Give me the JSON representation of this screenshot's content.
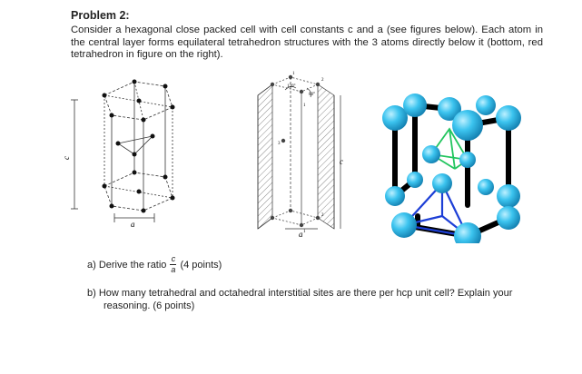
{
  "problem": {
    "title": "Problem 2:",
    "intro": "Consider a hexagonal close packed cell with cell constants c and a (see figures below). Each atom in the central layer forms equilateral tetrahedron structures with the 3 atoms directly below it (bottom, red tetrahedron in figure on the right)."
  },
  "figures": {
    "left": {
      "label_c": "c",
      "label_a": "a"
    },
    "middle": {
      "label_c": "c",
      "label_a": "a",
      "angle_120": "120°",
      "angle_60": "60°",
      "labels": [
        "1",
        "2",
        "3",
        "1",
        "2",
        "1"
      ]
    },
    "right": {
      "description_colors": {
        "sphere": "#29b6e8",
        "bond": "#000000",
        "tetra_green": "#22c55e",
        "tetra_blue": "#1d3fd6"
      }
    }
  },
  "questions": {
    "a": {
      "prefix": "a)  Derive the ratio",
      "num": "c",
      "den": "a",
      "suffix": "(4 points)"
    },
    "b": {
      "text": "b)  How many tetrahedral and octahedral interstitial sites are there per hcp unit cell? Explain your reasoning. (6 points)"
    }
  }
}
